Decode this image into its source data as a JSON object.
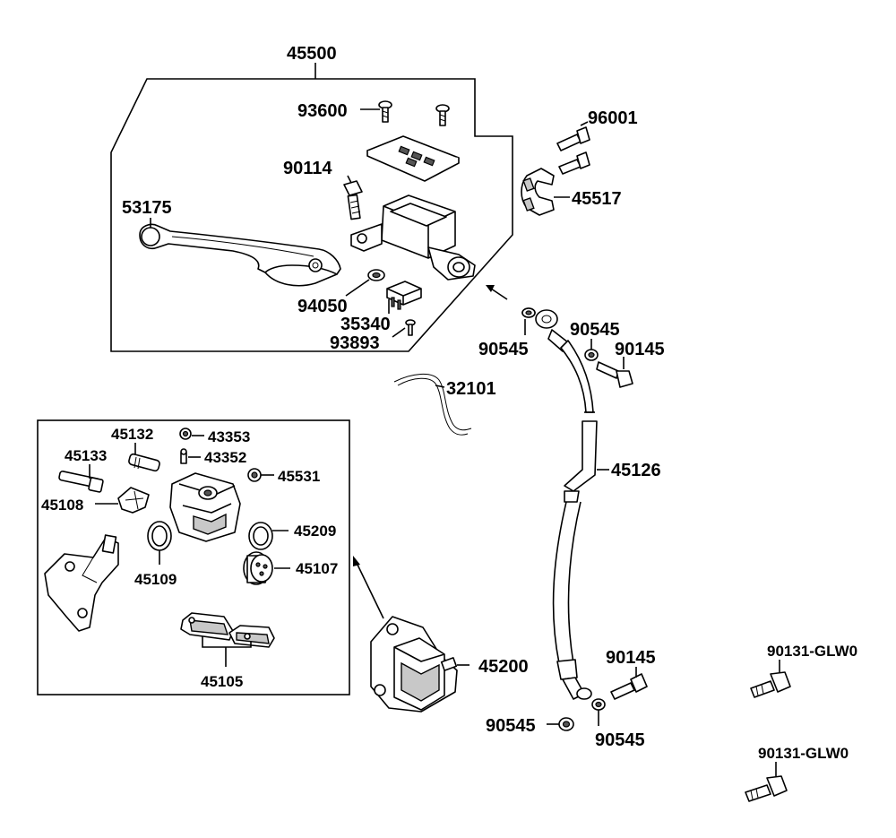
{
  "diagram": {
    "labels": {
      "p45500": "45500",
      "p93600": "93600",
      "p96001": "96001",
      "p90114": "90114",
      "p45517": "45517",
      "p53175": "53175",
      "p94050": "94050",
      "p35340": "35340",
      "p93893": "93893",
      "p90545a": "90545",
      "p90545b": "90545",
      "p90145a": "90145",
      "p32101": "32101",
      "p45132": "45132",
      "p43353": "43353",
      "p45133": "45133",
      "p43352": "43352",
      "p45531": "45531",
      "p45108": "45108",
      "p45126": "45126",
      "p45209": "45209",
      "p45109": "45109",
      "p45107": "45107",
      "p45105": "45105",
      "p45200": "45200",
      "p90145b": "90145",
      "p90545c": "90545",
      "p90545d": "90545",
      "p90131a": "90131-GLW0",
      "p90131b": "90131-GLW0"
    }
  }
}
